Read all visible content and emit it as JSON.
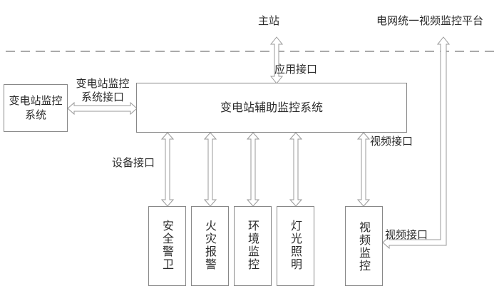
{
  "diagram": {
    "top_labels": {
      "master_station": "主站",
      "grid_video_platform": "电网统一视频监控平台"
    },
    "boundary": "dashed-line",
    "main_system": "变电站辅助监控系统",
    "left_system": "变电站监控系统",
    "interfaces": {
      "app_interface": "应用接口",
      "substation_monitoring_interface": "变电站监控系统接口",
      "device_interface": "设备接口",
      "video_interface_up": "视频接口",
      "video_interface_platform": "视频接口"
    },
    "subsystems": [
      {
        "label": "安全警卫"
      },
      {
        "label": "火灾报警"
      },
      {
        "label": "环境监控"
      },
      {
        "label": "灯光照明"
      },
      {
        "label": "视频监控"
      }
    ],
    "colors": {
      "line": "#888888",
      "text": "#2a2a2a"
    }
  }
}
